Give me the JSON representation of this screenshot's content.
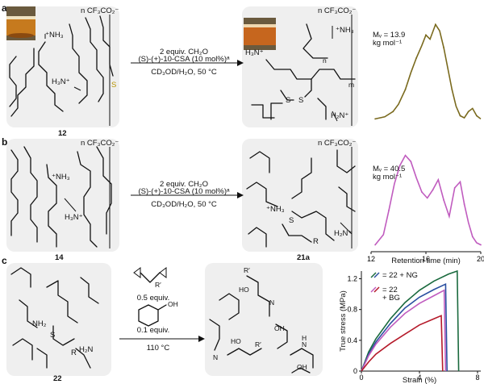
{
  "panels": {
    "a": {
      "label": "a",
      "counterion": "n CF₃CO₂⁻",
      "reagent_line1": "2 equiv. CH₂O",
      "reagent_line2": "(S)-(+)-10-CSA (10 mol%)ᵃ",
      "reagent_line3": "CD₃OD/H₂O, 50 °C",
      "start_compound": "12",
      "product_counterion": "n CF₃CO₂⁻",
      "amine_labels": [
        "⁺NH₃",
        "H₃N⁺",
        "H₃N⁺",
        "H₂N⁺"
      ],
      "sulfur_labels": [
        "S",
        "S",
        "S"
      ],
      "bond_labels": [
        "n",
        "m"
      ],
      "mv_label": "Mᵥ = 13.9",
      "mv_unit": "kg mol⁻¹"
    },
    "b": {
      "label": "b",
      "counterion": "n CF₃CO₂⁻",
      "reagent_line1": "2 equiv. CH₂O",
      "reagent_line2": "(S)-(+)-10-CSA (10 mol%)ᵃ",
      "reagent_line3": "CD₃OD/H₂O, 50 °C",
      "start_compound": "14",
      "product_compound": "21a",
      "product_counterion": "n CF₃CO₂⁻",
      "amine_labels": [
        "⁺NH₃",
        "H₃N⁺",
        "⁺NH₃",
        "H₂N⁺"
      ],
      "sulfur_label": "S",
      "r_label": "R",
      "mv_label": "Mᵥ = 40.5",
      "mv_unit": "kg mol⁻¹"
    },
    "c": {
      "label": "c",
      "reagent_a": "0.5 equiv.",
      "reagent_b": "0.1 equiv.",
      "r_prime": "R′",
      "oh_label": "OH",
      "condition": "110 °C",
      "start_compound": "22",
      "amine_labels": [
        "NH₂",
        "H₂N"
      ],
      "sulfur_label": "S",
      "r_label": "R",
      "product_atoms": [
        "R′",
        "HO",
        "N",
        "OH",
        "HO",
        "R′",
        "N",
        "H",
        "N",
        "OH"
      ]
    }
  },
  "chart_data": [
    {
      "type": "line",
      "name": "GPC traces",
      "xlabel": "Retention time (min)",
      "xlim": [
        12,
        20
      ],
      "x_ticks": [
        12,
        16,
        20
      ],
      "series": [
        {
          "color": "#7a6a1e",
          "x": [
            12.3,
            13.0,
            13.6,
            14.0,
            14.5,
            14.9,
            15.3,
            15.7,
            16.0,
            16.3,
            16.7,
            17.0,
            17.3,
            17.6,
            17.9,
            18.2,
            18.5,
            18.8,
            19.1,
            19.4,
            19.7,
            20.0
          ],
          "y": [
            0.02,
            0.04,
            0.09,
            0.16,
            0.3,
            0.46,
            0.6,
            0.72,
            0.82,
            0.78,
            0.92,
            0.86,
            0.7,
            0.5,
            0.3,
            0.14,
            0.05,
            0.03,
            0.09,
            0.12,
            0.05,
            0.02
          ]
        },
        {
          "color": "#c05cbf",
          "x": [
            12.3,
            12.9,
            13.3,
            13.7,
            14.1,
            14.5,
            14.9,
            15.3,
            15.7,
            16.1,
            16.5,
            16.9,
            17.3,
            17.7,
            18.1,
            18.5,
            18.8,
            19.1,
            19.4,
            19.7,
            20.0
          ],
          "y": [
            0.02,
            0.12,
            0.36,
            0.62,
            0.8,
            0.9,
            0.84,
            0.68,
            0.54,
            0.48,
            0.56,
            0.66,
            0.46,
            0.3,
            0.58,
            0.64,
            0.42,
            0.24,
            0.1,
            0.04,
            0.02
          ]
        }
      ]
    },
    {
      "type": "line",
      "name": "Stress–strain",
      "xlabel": "Strain (%)",
      "ylabel": "True stress (MPa)",
      "xlim": [
        0,
        8
      ],
      "ylim": [
        0,
        1.3
      ],
      "x_ticks": [
        0,
        4,
        8
      ],
      "y_ticks": [
        0,
        0.4,
        0.8,
        1.2
      ],
      "legend": [
        "= 22 + NG",
        "= 22",
        "+ BG"
      ],
      "series": [
        {
          "color": "#1a6a3e",
          "x": [
            0,
            0.5,
            1,
            2,
            3,
            4,
            5,
            6,
            6.6,
            6.7
          ],
          "y": [
            0,
            0.25,
            0.42,
            0.68,
            0.89,
            1.05,
            1.17,
            1.26,
            1.3,
            0
          ]
        },
        {
          "color": "#2a4fa0",
          "x": [
            0,
            0.5,
            1,
            2,
            3,
            4,
            5,
            5.8,
            5.9
          ],
          "y": [
            0,
            0.22,
            0.38,
            0.62,
            0.82,
            0.96,
            1.06,
            1.13,
            0
          ]
        },
        {
          "color": "#c05cbf",
          "x": [
            0,
            0.5,
            1,
            2,
            3,
            4,
            5,
            5.7,
            5.8
          ],
          "y": [
            0,
            0.2,
            0.35,
            0.57,
            0.75,
            0.88,
            0.98,
            1.05,
            0
          ]
        },
        {
          "color": "#b51a2a",
          "x": [
            0,
            0.5,
            1,
            2,
            3,
            4,
            5,
            5.5,
            5.6
          ],
          "y": [
            0,
            0.12,
            0.22,
            0.36,
            0.48,
            0.6,
            0.68,
            0.72,
            0
          ]
        }
      ]
    }
  ]
}
